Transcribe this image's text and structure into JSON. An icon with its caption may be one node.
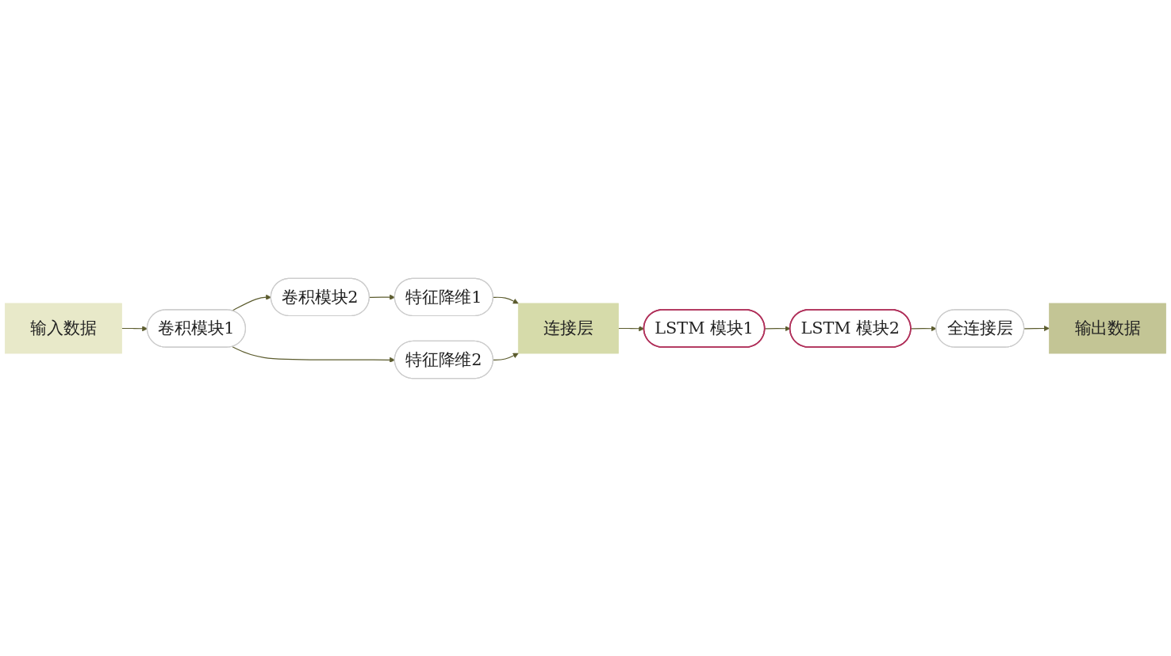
{
  "diagram": {
    "nodes": [
      {
        "text": [
          "输入数据"
        ]
      },
      {
        "text": [
          "卷积模块1"
        ]
      },
      {
        "text": [
          "卷积模块2"
        ]
      },
      {
        "text": [
          "特征降维1"
        ]
      },
      {
        "text": [
          "连接层"
        ]
      },
      {
        "text": [
          "LSTM 模块1"
        ]
      },
      {
        "text": [
          "LSTM 模块2"
        ]
      },
      {
        "text": [
          "全连接层"
        ]
      },
      {
        "text": [
          "输出数据"
        ]
      },
      {
        "text": [
          "特征降维2"
        ]
      }
    ],
    "edges": [
      {
        "from": 0,
        "to": 1,
        "arrow": "to"
      },
      {
        "from": 1,
        "to": 2,
        "arrow": "to"
      },
      {
        "from": 2,
        "to": 3,
        "arrow": "to"
      },
      {
        "from": 3,
        "to": 4,
        "arrow": "to"
      },
      {
        "from": 4,
        "to": 5,
        "arrow": "to"
      },
      {
        "from": 5,
        "to": 6,
        "arrow": "to"
      },
      {
        "from": 6,
        "to": 7,
        "arrow": "to"
      },
      {
        "from": 7,
        "to": 8,
        "arrow": "to"
      },
      {
        "from": 1,
        "to": 9,
        "arrow": "to"
      },
      {
        "from": 9,
        "to": 4,
        "arrow": "to"
      }
    ]
  }
}
